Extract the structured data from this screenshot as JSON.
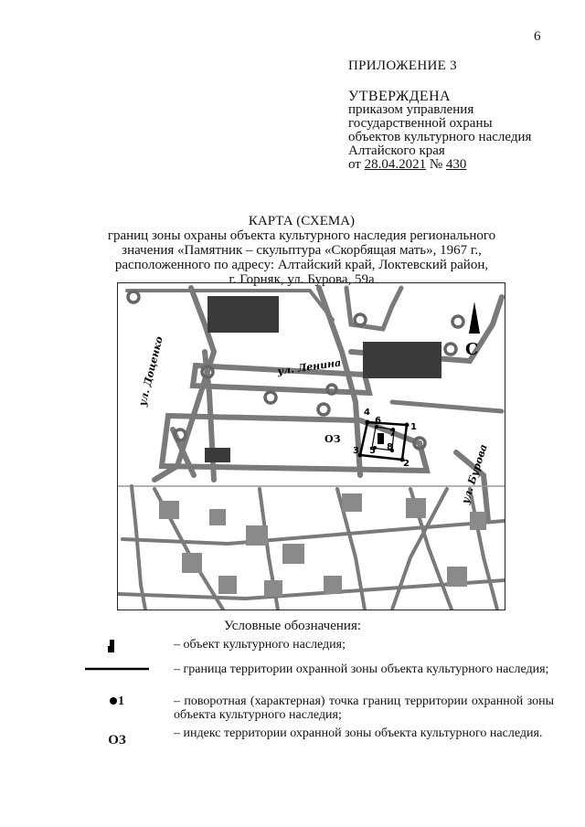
{
  "page_number": "6",
  "appendix": "ПРИЛОЖЕНИЕ 3",
  "approval": {
    "heading": "УТВЕРЖДЕНА",
    "lines": [
      "приказом управления",
      "государственной охраны",
      "объектов культурного наследия",
      "Алтайского края"
    ],
    "date_prefix": "от ",
    "date": "28.04.2021",
    "number_prefix": " № ",
    "number": "430"
  },
  "title": {
    "heading": "КАРТА (СХЕМА)",
    "lines": [
      "границ зоны охраны объекта культурного наследия регионального",
      "значения «Памятник – скульптура «Скорбящая мать», 1967 г.,",
      "расположенного по адресу: Алтайский край, Локтевский район,",
      "г. Горняк, ул. Бурова, 59а"
    ]
  },
  "map": {
    "street_labels": [
      "ул. Доценко",
      "ул. Ленина",
      "ул. Бурова"
    ],
    "north_label": "С",
    "zone_index": "ОЗ",
    "point_labels": [
      "1",
      "2",
      "3",
      "4",
      "5",
      "6",
      "7",
      "8"
    ]
  },
  "legend": {
    "title": "Условные обозначения:",
    "items": [
      {
        "symbol": "",
        "text": "– объект культурного наследия;"
      },
      {
        "symbol": "",
        "text": "– граница территории охранной зоны объекта культурного наследия;"
      },
      {
        "symbol": "1",
        "text": "– поворотная (характерная) точка границ территории охранной зоны объекта культурного наследия;"
      },
      {
        "symbol": "ОЗ",
        "text": "– индекс территории охранной зоны объекта культурного наследия."
      }
    ]
  },
  "colors": {
    "ink": "#111111",
    "building": "#3a3a3a",
    "building_light": "#8a8a8a",
    "street": "#7a7a7a"
  }
}
